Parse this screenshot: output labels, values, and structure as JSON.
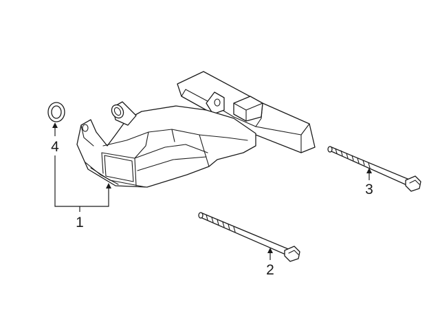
{
  "colors": {
    "line": "#1a1a1a",
    "background": "#ffffff"
  },
  "callouts": [
    {
      "id": "filter",
      "label": "1"
    },
    {
      "id": "bolt-short",
      "label": "2"
    },
    {
      "id": "bolt-long",
      "label": "3"
    },
    {
      "id": "seal",
      "label": "4"
    }
  ]
}
